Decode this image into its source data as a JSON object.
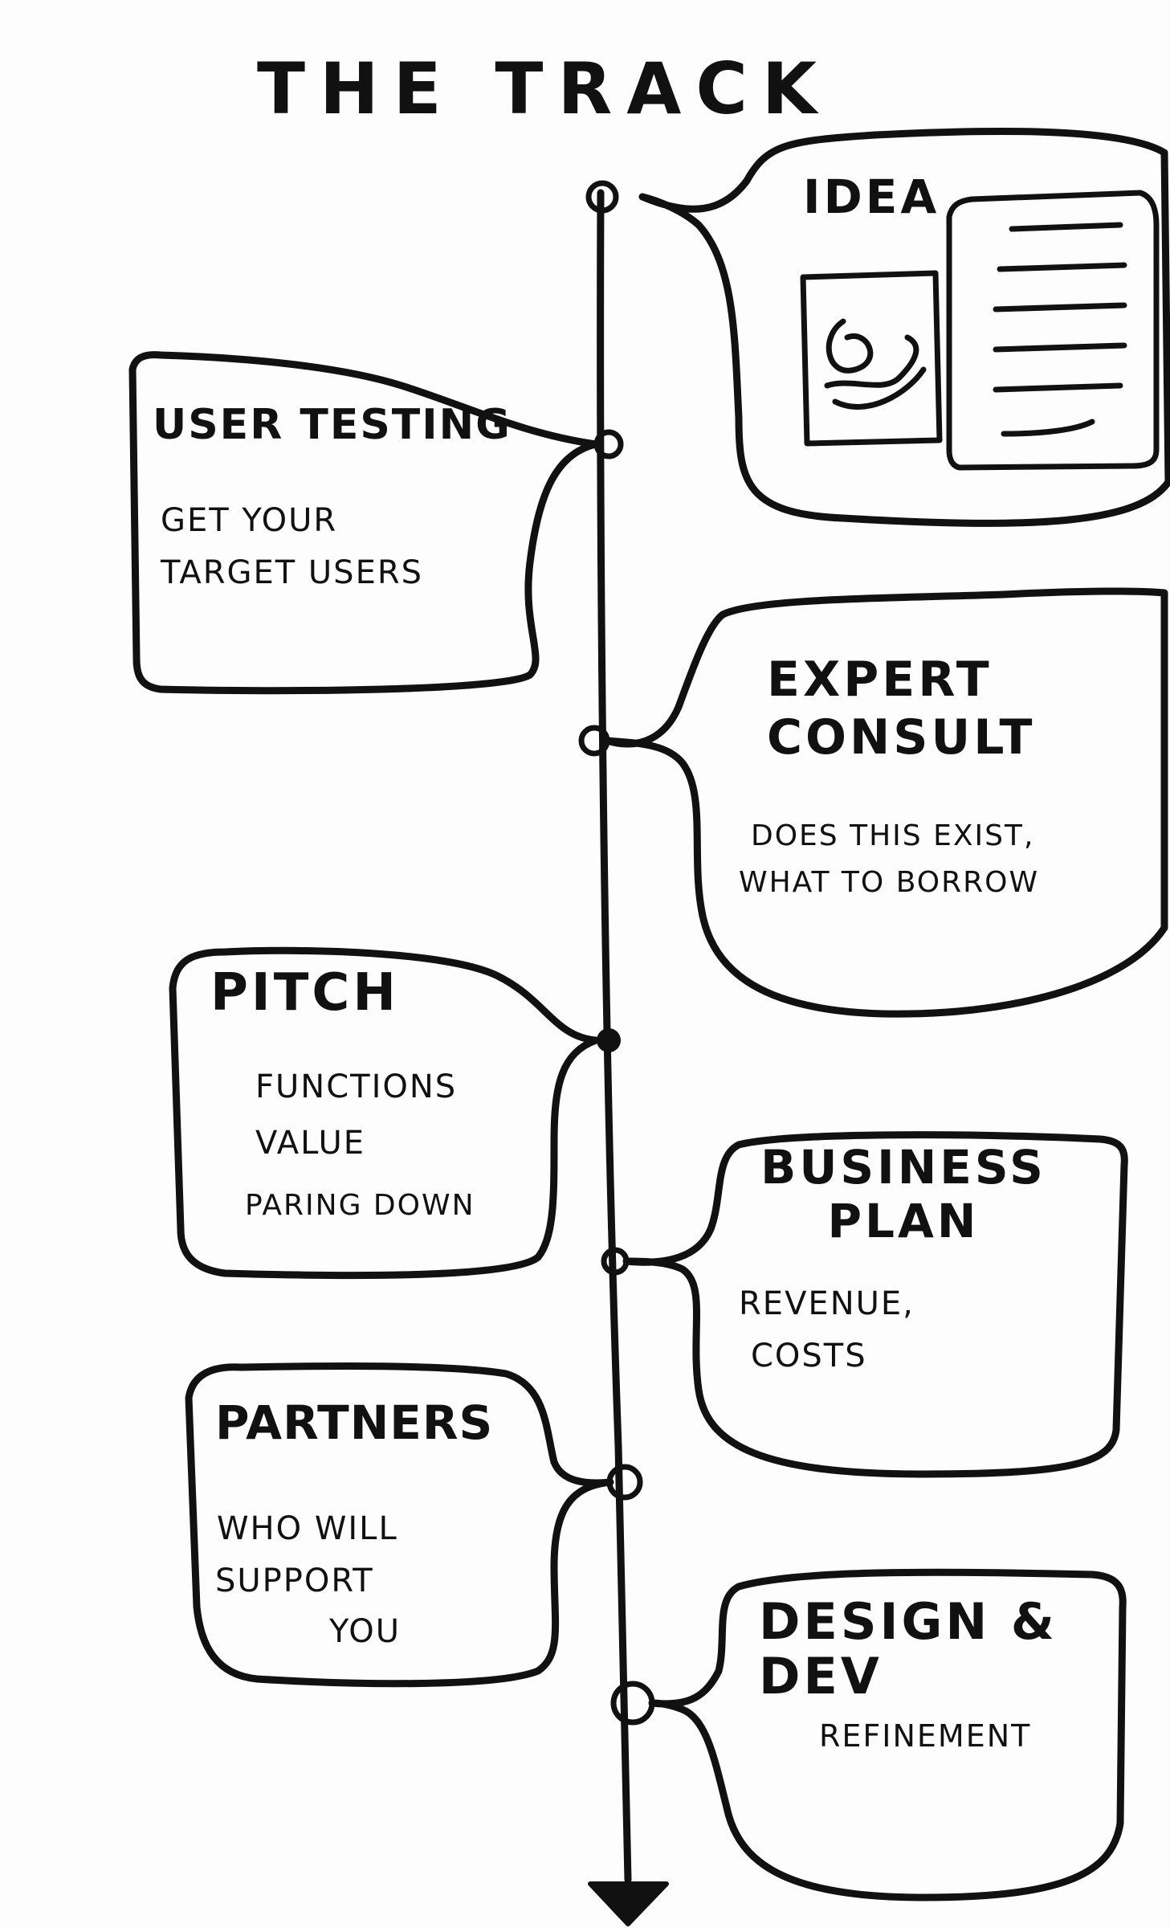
{
  "title": "THE TRACK",
  "stages": [
    {
      "id": "idea",
      "title": "IDEA",
      "notes": []
    },
    {
      "id": "user-testing",
      "title": "USER TESTING",
      "notes": [
        "GET YOUR",
        "TARGET USERS"
      ]
    },
    {
      "id": "expert-consult",
      "title": "EXPERT CONSULT",
      "notes": [
        "DOES THIS EXIST,",
        "WHAT TO BORROW"
      ]
    },
    {
      "id": "pitch",
      "title": "PITCH",
      "notes": [
        "FUNCTIONS",
        "VALUE",
        "PARING DOWN"
      ]
    },
    {
      "id": "business-plan",
      "title": "BUSINESS PLAN",
      "notes": [
        "REVENUE,",
        "COSTS"
      ]
    },
    {
      "id": "partners",
      "title": "PARTNERS",
      "notes": [
        "WHO WILL",
        "SUPPORT",
        "YOU"
      ]
    },
    {
      "id": "design-dev",
      "title": "DESIGN & DEV",
      "notes": [
        "REFINEMENT"
      ]
    }
  ],
  "colors": {
    "ink": "#111111",
    "paper": "#fdfdfd"
  }
}
